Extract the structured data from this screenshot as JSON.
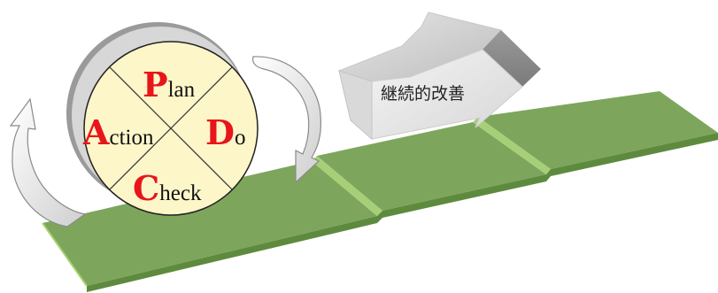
{
  "diagram": {
    "cycle": {
      "plan": {
        "initial": "P",
        "rest": "lan"
      },
      "do": {
        "initial": "D",
        "rest": "o"
      },
      "check": {
        "initial": "C",
        "rest": "heck"
      },
      "action": {
        "initial": "A",
        "rest": "ction"
      }
    },
    "arrow_label": "継続的改善"
  },
  "colors": {
    "step_top": "#7da65c",
    "step_side": "#5e8a3e",
    "step_edge": "#9ccc5c",
    "circle_fill": "#fdf6c9",
    "letter_accent": "#e8151b",
    "arrow_gray": "#b8b8b8"
  }
}
